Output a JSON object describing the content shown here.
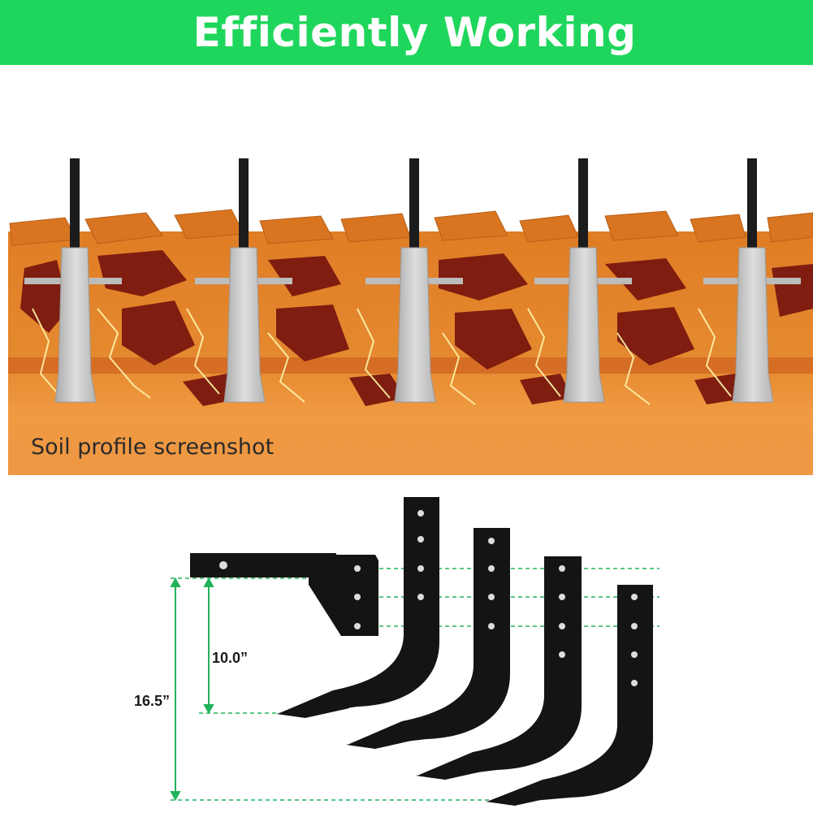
{
  "banner": {
    "title": "Efficiently Working",
    "color": "#1fd65c"
  },
  "soil": {
    "caption": "Soil profile screenshot",
    "colors": {
      "topsoil": "#e1872a",
      "base": "#ec9a44",
      "dark_clod": "#8a1f10",
      "shank": "#c9c9c9",
      "pole": "#1c1c1c",
      "crack": "#fff6b0"
    }
  },
  "dimensions": {
    "short_depth": "10.0”",
    "long_depth": "16.5”",
    "guide_color": "#21b35a"
  },
  "tools": {
    "color": "#141414"
  }
}
